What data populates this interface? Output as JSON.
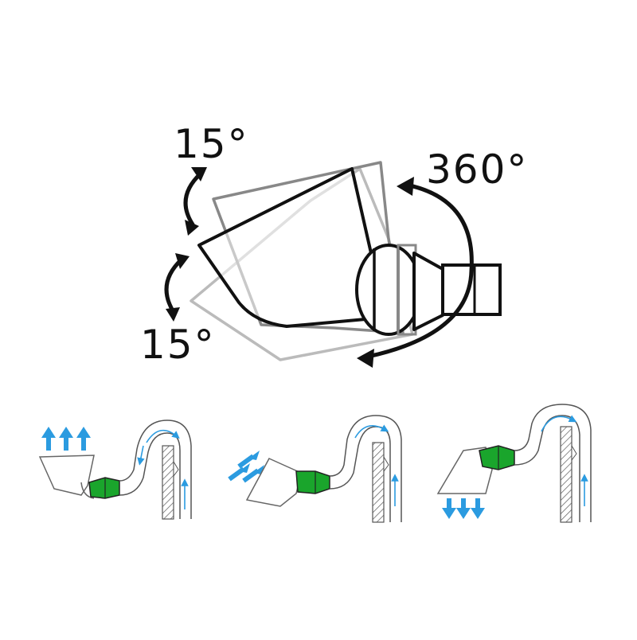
{
  "labels": {
    "tilt_up": "15°",
    "tilt_down": "15°",
    "rotation": "360°"
  },
  "colors": {
    "outline": "#111111",
    "ghost_outline": "#888888",
    "ghost_outline_light": "#bbbbbb",
    "nozzle_green": "#1aa52c",
    "flow_arrow_blue": "#2b9be0",
    "pipe_outline": "#555555"
  },
  "panels": [
    {
      "id": "spray-up",
      "direction": "up"
    },
    {
      "id": "spray-side",
      "direction": "side"
    },
    {
      "id": "spray-down",
      "direction": "down"
    }
  ]
}
